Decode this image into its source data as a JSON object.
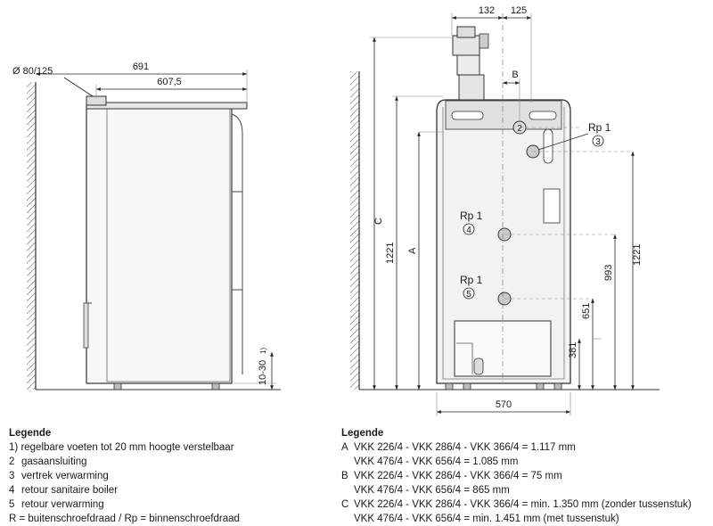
{
  "left_view": {
    "flue_label": "Ø 80/125",
    "dim_overall_depth": "691",
    "dim_unit_depth": "607,5",
    "dim_feet": "10-30",
    "dim_feet_note": "1)"
  },
  "right_view": {
    "dim_132": "132",
    "dim_125": "125",
    "dim_b": "B",
    "dim_c": "C",
    "dim_a": "A",
    "dim_1221_left": "1221",
    "dim_1221_right": "1221",
    "dim_993": "993",
    "dim_651": "651",
    "dim_381": "381",
    "dim_570": "570",
    "conn_2": "2",
    "conn_rp1_3": "Rp 1",
    "conn_3": "3",
    "conn_rp1_4": "Rp 1",
    "conn_4": "4",
    "conn_rp1_5": "Rp 1",
    "conn_5": "5"
  },
  "legend_left": {
    "title": "Legende",
    "items": [
      {
        "key": "1)",
        "text": "regelbare voeten tot 20 mm hoogte verstelbaar"
      },
      {
        "key": "2",
        "text": "gasaansluiting"
      },
      {
        "key": "3",
        "text": "vertrek verwarming"
      },
      {
        "key": "4",
        "text": "retour sanitaire boiler"
      },
      {
        "key": "5",
        "text": "retour verwarming"
      }
    ],
    "footer": "R = buitenschroefdraad / Rp = binnenschroefdraad"
  },
  "legend_right": {
    "title": "Legende",
    "items": [
      {
        "key": "A",
        "text": "VKK 226/4 - VKK 286/4 - VKK 366/4 = 1.117 mm"
      },
      {
        "key": "",
        "text": "VKK 476/4 - VKK 656/4 = 1.085 mm"
      },
      {
        "key": "B",
        "text": "VKK 226/4 - VKK 286/4 - VKK 366/4 = 75 mm"
      },
      {
        "key": "",
        "text": "VKK 476/4 - VKK 656/4 = 865 mm"
      },
      {
        "key": "C",
        "text": "VKK 226/4 - VKK 286/4 - VKK 366/4 = min. 1.350 mm (zonder tussenstuk)"
      },
      {
        "key": "",
        "text": "VKK 476/4 - VKK 656/4 = min. 1.451 mm (met tussenstuk)"
      }
    ]
  }
}
